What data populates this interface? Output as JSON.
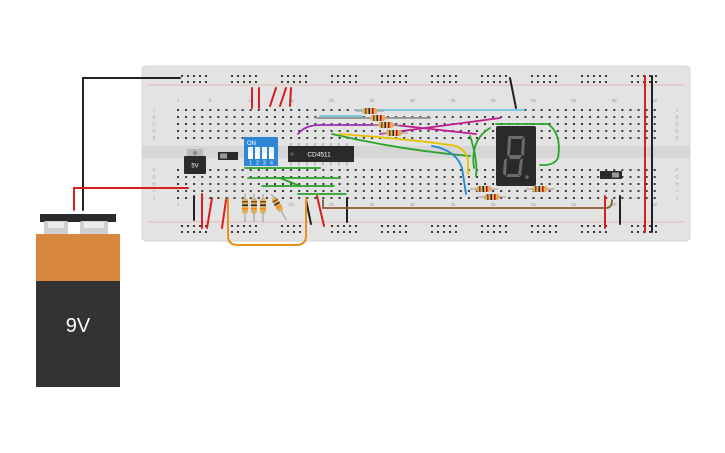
{
  "circuit": {
    "battery": {
      "label": "9V"
    },
    "regulator": {
      "label": "5V"
    },
    "ic": {
      "label": "CD4511"
    },
    "dip_switch": {
      "on_label": "ON",
      "switch_numbers": [
        "1",
        "2",
        "3",
        "4"
      ]
    },
    "display": {
      "digit": "8"
    },
    "breadboard": {
      "column_numbers": [
        "1",
        "5",
        "10",
        "15",
        "20",
        "25",
        "30",
        "35",
        "40",
        "45",
        "50",
        "55",
        "60"
      ],
      "row_letters_top": [
        "A",
        "B",
        "C",
        "D",
        "E"
      ],
      "row_letters_bottom": [
        "F",
        "G",
        "H",
        "I",
        "J"
      ]
    },
    "colors": {
      "board": "#e3e3e3",
      "battery_body": "#333333",
      "battery_band": "#d8883e",
      "wire_red": "#d42020",
      "wire_black": "#222222",
      "wire_green": "#2aa52a",
      "wire_purple": "#9a2fb0",
      "wire_magenta": "#c21c8f",
      "wire_orange": "#e8911c",
      "wire_yellow": "#e6c200",
      "wire_blue": "#1e88d6",
      "wire_brown": "#8b5a2b",
      "dip_blue": "#2f86d6",
      "display_body": "#2a2a2a"
    }
  }
}
